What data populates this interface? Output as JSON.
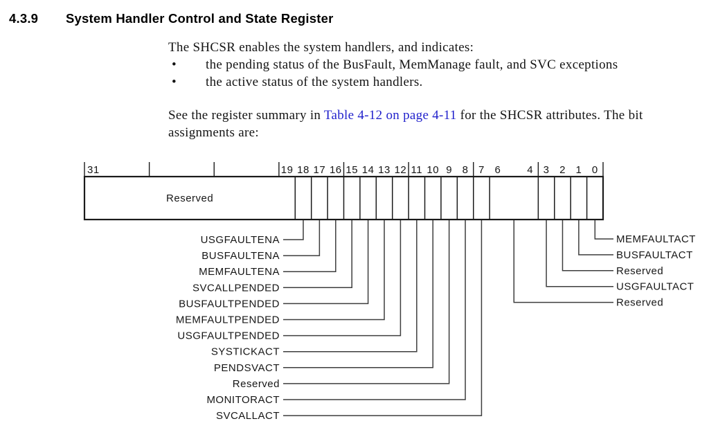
{
  "heading": {
    "section_number": "4.3.9",
    "section_title": "System Handler Control and State Register"
  },
  "paragraphs": {
    "intro": "The SHCSR enables the system handlers, and indicates:",
    "bullet_glyph": "•",
    "bullet1": "the pending status of the BusFault, MemManage fault, and SVC exceptions",
    "bullet2": "the active status of the system handlers.",
    "see_prefix": "See the register summary in ",
    "see_link": "Table 4-12 on page 4-11",
    "see_suffix": " for the SHCSR attributes. The bit",
    "see_line2": "assignments are:"
  },
  "colors": {
    "link": "#2222cc",
    "box_stroke": "#1a1a1a",
    "leader_line": "#3d3d3d"
  },
  "register_diagram": {
    "register_name": "SHCSR",
    "bit_count": 32,
    "number_labels": [
      {
        "text": "31",
        "bit": 31
      },
      {
        "text": "19",
        "bit": 19
      },
      {
        "text": "18",
        "bit": 18
      },
      {
        "text": "17",
        "bit": 17
      },
      {
        "text": "16",
        "bit": 16
      },
      {
        "text": "15",
        "bit": 15
      },
      {
        "text": "14",
        "bit": 14
      },
      {
        "text": "13",
        "bit": 13
      },
      {
        "text": "12",
        "bit": 12
      },
      {
        "text": "11",
        "bit": 11
      },
      {
        "text": "10",
        "bit": 10
      },
      {
        "text": "9",
        "bit": 9
      },
      {
        "text": "8",
        "bit": 8
      },
      {
        "text": "7",
        "bit": 7
      },
      {
        "text": "6",
        "bit": 6
      },
      {
        "text": "4",
        "bit": 4
      },
      {
        "text": "3",
        "bit": 3
      },
      {
        "text": "2",
        "bit": 2
      },
      {
        "text": "1",
        "bit": 1
      },
      {
        "text": "0",
        "bit": 0
      }
    ],
    "fields": [
      {
        "high": 31,
        "low": 19,
        "label": "Reserved"
      },
      {
        "high": 18,
        "low": 18,
        "label": ""
      },
      {
        "high": 17,
        "low": 17,
        "label": ""
      },
      {
        "high": 16,
        "low": 16,
        "label": ""
      },
      {
        "high": 15,
        "low": 15,
        "label": ""
      },
      {
        "high": 14,
        "low": 14,
        "label": ""
      },
      {
        "high": 13,
        "low": 13,
        "label": ""
      },
      {
        "high": 12,
        "low": 12,
        "label": ""
      },
      {
        "high": 11,
        "low": 11,
        "label": ""
      },
      {
        "high": 10,
        "low": 10,
        "label": ""
      },
      {
        "high": 9,
        "low": 9,
        "label": ""
      },
      {
        "high": 8,
        "low": 8,
        "label": ""
      },
      {
        "high": 7,
        "low": 7,
        "label": ""
      },
      {
        "high": 6,
        "low": 4,
        "label": ""
      },
      {
        "high": 3,
        "low": 3,
        "label": ""
      },
      {
        "high": 2,
        "low": 2,
        "label": ""
      },
      {
        "high": 1,
        "low": 1,
        "label": ""
      },
      {
        "high": 0,
        "low": 0,
        "label": ""
      }
    ],
    "left_callouts": [
      {
        "label": "USGFAULTENA",
        "high": 18,
        "low": 18
      },
      {
        "label": "BUSFAULTENA",
        "high": 17,
        "low": 17
      },
      {
        "label": "MEMFAULTENA",
        "high": 16,
        "low": 16
      },
      {
        "label": "SVCALLPENDED",
        "high": 15,
        "low": 15
      },
      {
        "label": "BUSFAULTPENDED",
        "high": 14,
        "low": 14
      },
      {
        "label": "MEMFAULTPENDED",
        "high": 13,
        "low": 13
      },
      {
        "label": "USGFAULTPENDED",
        "high": 12,
        "low": 12
      },
      {
        "label": "SYSTICKACT",
        "high": 11,
        "low": 11
      },
      {
        "label": "PENDSVACT",
        "high": 10,
        "low": 10
      },
      {
        "label": "Reserved",
        "high": 9,
        "low": 9
      },
      {
        "label": "MONITORACT",
        "high": 8,
        "low": 8
      },
      {
        "label": "SVCALLACT",
        "high": 7,
        "low": 7
      }
    ],
    "right_callouts": [
      {
        "label": "MEMFAULTACT",
        "high": 0,
        "low": 0
      },
      {
        "label": "BUSFAULTACT",
        "high": 1,
        "low": 1
      },
      {
        "label": "Reserved",
        "high": 2,
        "low": 2
      },
      {
        "label": "USGFAULTACT",
        "high": 3,
        "low": 3
      },
      {
        "label": "Reserved",
        "high": 6,
        "low": 4
      }
    ]
  }
}
